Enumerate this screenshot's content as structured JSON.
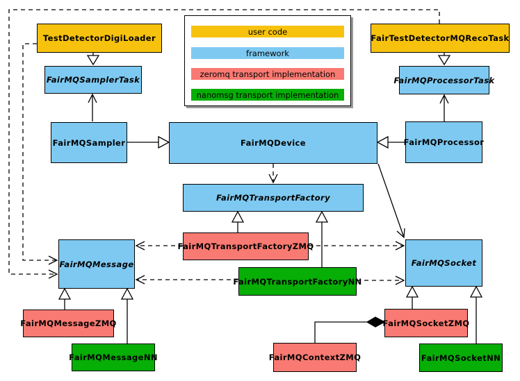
{
  "legend": {
    "items": [
      {
        "label": "user code",
        "color": "#F6C20E"
      },
      {
        "label": "framework",
        "color": "#7EC9F1"
      },
      {
        "label": "zeromq transport implementation",
        "color": "#F97A72"
      },
      {
        "label": "nanomsg transport implementation",
        "color": "#06AE06"
      }
    ]
  },
  "nodes": {
    "testDetectorDigiLoader": {
      "label": "TestDetectorDigiLoader",
      "category": "user code",
      "abstract": false
    },
    "fairTestDetectorMQRecoTask": {
      "label": "FairTestDetectorMQRecoTask",
      "category": "user code",
      "abstract": false
    },
    "fairMQSamplerTask": {
      "label": "FairMQSamplerTask",
      "category": "framework",
      "abstract": true
    },
    "fairMQProcessorTask": {
      "label": "FairMQProcessorTask",
      "category": "framework",
      "abstract": true
    },
    "fairMQSampler": {
      "label": "FairMQSampler",
      "category": "framework",
      "abstract": false
    },
    "fairMQDevice": {
      "label": "FairMQDevice",
      "category": "framework",
      "abstract": false
    },
    "fairMQProcessor": {
      "label": "FairMQProcessor",
      "category": "framework",
      "abstract": false
    },
    "fairMQTransportFactory": {
      "label": "FairMQTransportFactory",
      "category": "framework",
      "abstract": true
    },
    "fairMQTransportFactoryZMQ": {
      "label": "FairMQTransportFactoryZMQ",
      "category": "zeromq transport implementation",
      "abstract": false
    },
    "fairMQTransportFactoryNN": {
      "label": "FairMQTransportFactoryNN",
      "category": "nanomsg transport implementation",
      "abstract": false
    },
    "fairMQMessage": {
      "label": "FairMQMessage",
      "category": "framework",
      "abstract": true
    },
    "fairMQSocket": {
      "label": "FairMQSocket",
      "category": "framework",
      "abstract": true
    },
    "fairMQMessageZMQ": {
      "label": "FairMQMessageZMQ",
      "category": "zeromq transport implementation",
      "abstract": false
    },
    "fairMQMessageNN": {
      "label": "FairMQMessageNN",
      "category": "nanomsg transport implementation",
      "abstract": false
    },
    "fairMQSocketZMQ": {
      "label": "FairMQSocketZMQ",
      "category": "zeromq transport implementation",
      "abstract": false
    },
    "fairMQSocketNN": {
      "label": "FairMQSocketNN",
      "category": "nanomsg transport implementation",
      "abstract": false
    },
    "fairMQContextZMQ": {
      "label": "FairMQContextZMQ",
      "category": "zeromq transport implementation",
      "abstract": false
    }
  },
  "edges": [
    {
      "from": "TestDetectorDigiLoader",
      "to": "FairMQSamplerTask",
      "relation": "generalization (hollow triangle)"
    },
    {
      "from": "FairTestDetectorMQRecoTask",
      "to": "FairMQProcessorTask",
      "relation": "generalization (hollow triangle)"
    },
    {
      "from": "FairMQSampler",
      "to": "FairMQDevice",
      "relation": "generalization (hollow triangle)"
    },
    {
      "from": "FairMQProcessor",
      "to": "FairMQDevice",
      "relation": "generalization (hollow triangle)"
    },
    {
      "from": "FairMQSampler",
      "to": "FairMQSamplerTask",
      "relation": "association (open arrow)"
    },
    {
      "from": "FairMQProcessor",
      "to": "FairMQProcessorTask",
      "relation": "association (open arrow)"
    },
    {
      "from": "FairMQDevice",
      "to": "FairMQTransportFactory",
      "relation": "dependency (dashed open arrow)"
    },
    {
      "from": "FairMQDevice",
      "to": "FairMQSocket",
      "relation": "association (open arrow)"
    },
    {
      "from": "FairMQTransportFactoryZMQ",
      "to": "FairMQTransportFactory",
      "relation": "generalization (hollow triangle)"
    },
    {
      "from": "FairMQTransportFactoryNN",
      "to": "FairMQTransportFactory",
      "relation": "generalization (hollow triangle)"
    },
    {
      "from": "FairMQTransportFactoryZMQ",
      "to": "FairMQMessage",
      "relation": "dependency (dashed open arrow)"
    },
    {
      "from": "FairMQTransportFactoryZMQ",
      "to": "FairMQSocket",
      "relation": "dependency (dashed open arrow)"
    },
    {
      "from": "FairMQTransportFactoryNN",
      "to": "FairMQMessage",
      "relation": "dependency (dashed open arrow)"
    },
    {
      "from": "FairMQTransportFactoryNN",
      "to": "FairMQSocket",
      "relation": "dependency (dashed open arrow)"
    },
    {
      "from": "TestDetectorDigiLoader",
      "to": "FairMQMessage",
      "relation": "dependency (dashed open arrow)"
    },
    {
      "from": "FairTestDetectorMQRecoTask",
      "to": "FairMQMessage",
      "relation": "dependency (dashed open arrow)"
    },
    {
      "from": "FairMQMessageZMQ",
      "to": "FairMQMessage",
      "relation": "generalization (hollow triangle)"
    },
    {
      "from": "FairMQMessageNN",
      "to": "FairMQMessage",
      "relation": "generalization (hollow triangle)"
    },
    {
      "from": "FairMQSocketZMQ",
      "to": "FairMQSocket",
      "relation": "generalization (hollow triangle)"
    },
    {
      "from": "FairMQSocketNN",
      "to": "FairMQSocket",
      "relation": "generalization (hollow triangle)"
    },
    {
      "from": "FairMQContextZMQ",
      "to": "FairMQSocketZMQ",
      "relation": "composition (filled diamond)"
    }
  ]
}
